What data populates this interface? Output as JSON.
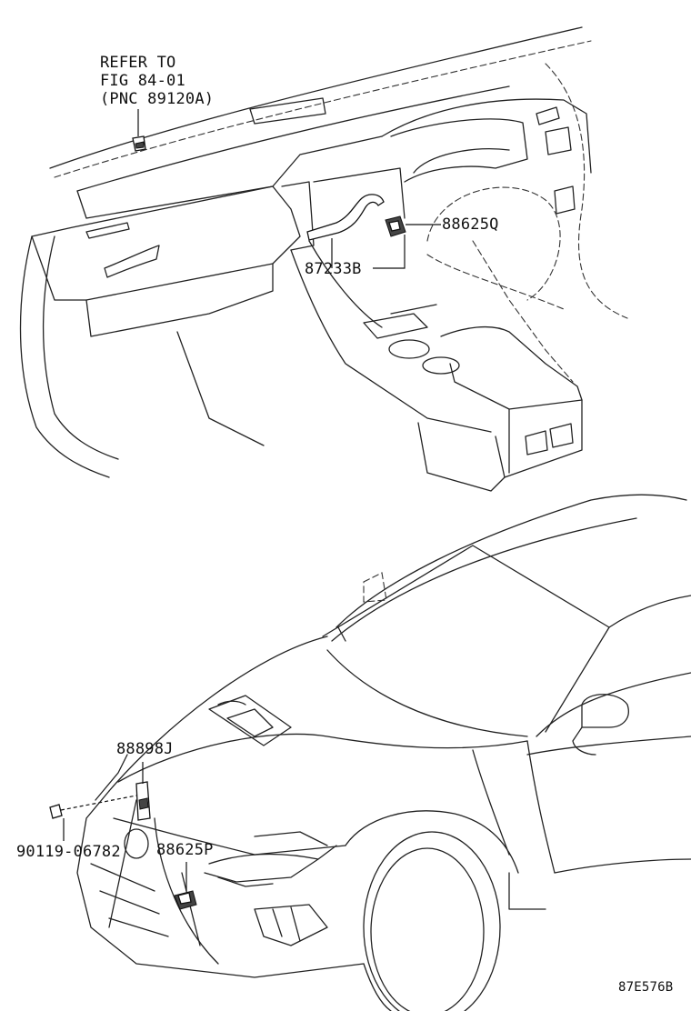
{
  "refer_note": {
    "line1": "REFER TO",
    "line2": "FIG 84-01",
    "line3": "(PNC 89120A)"
  },
  "parts": {
    "p1": "88625Q",
    "p2": "87233B",
    "p3": "88898J",
    "p4": "90119-06782",
    "p5": "88625P"
  },
  "figure_code": "87E576B"
}
